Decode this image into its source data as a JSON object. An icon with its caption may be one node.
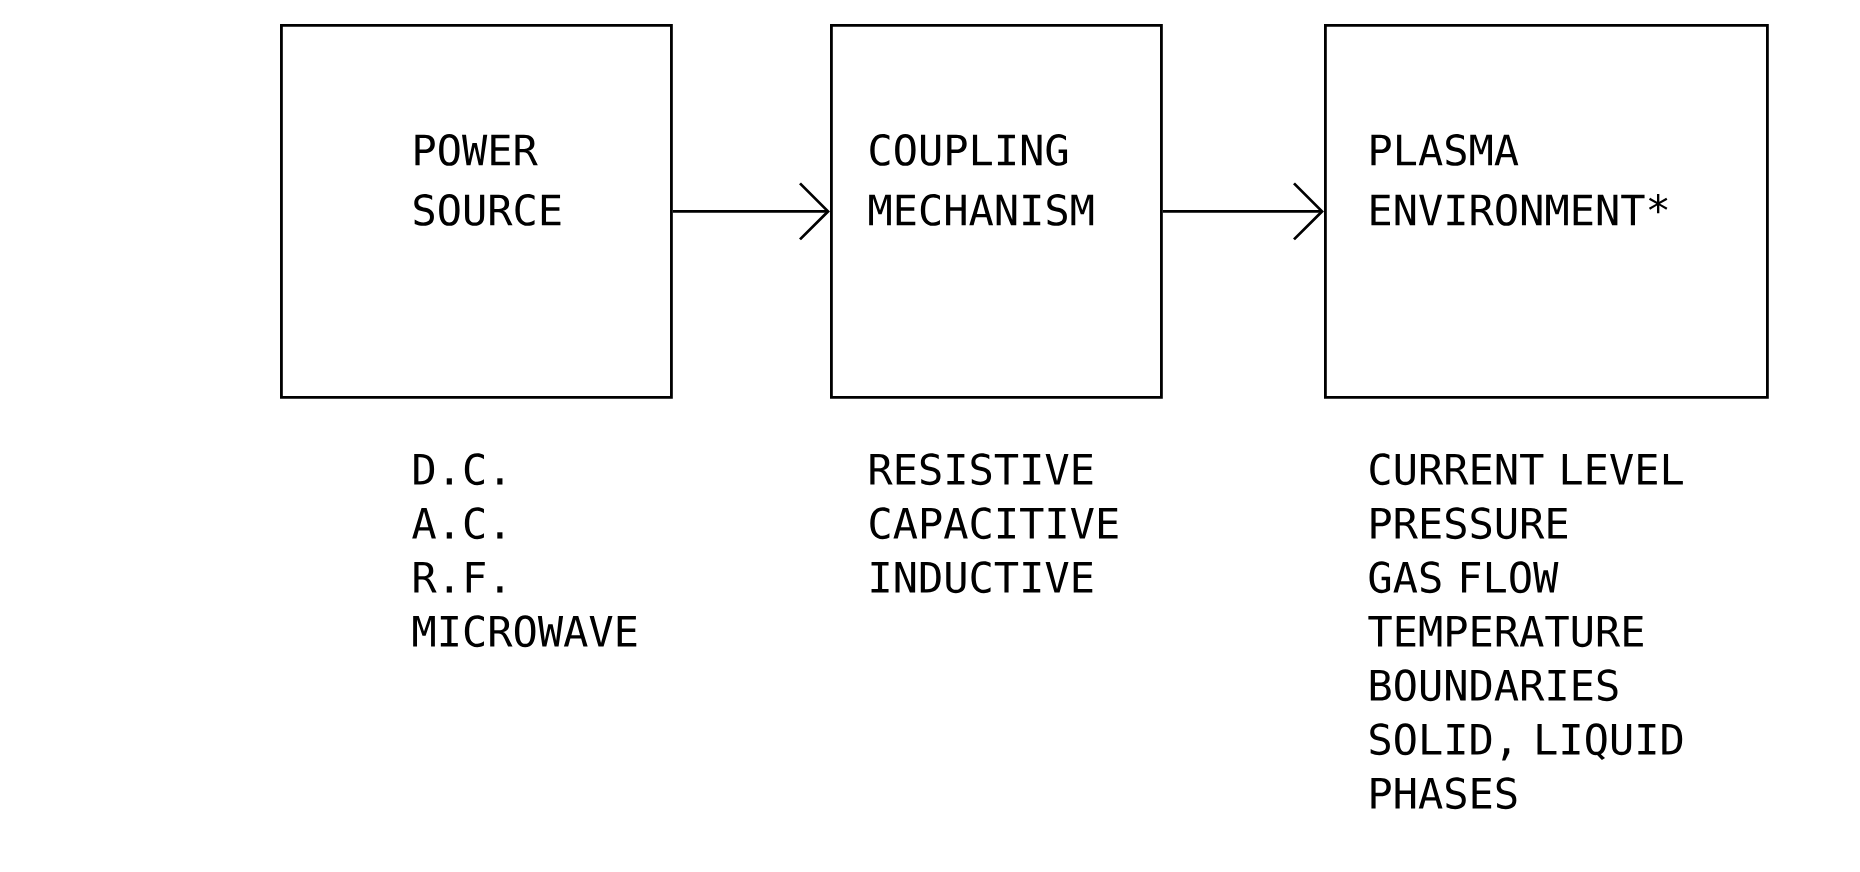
{
  "diagram": {
    "nodes": [
      {
        "text": [
          "POWER SOURCE"
        ],
        "beside": [
          "D.C.",
          "A.C.",
          "R.F.",
          "MICROWAVE"
        ]
      },
      {
        "text": [
          "COUPLING MECHANISM"
        ],
        "beside": [
          "RESISTIVE",
          "CAPACITIVE",
          "INDUCTIVE"
        ]
      },
      {
        "text": [
          "PLASMA ENVIRONMENT*"
        ],
        "beside": [
          "CURRENT LEVEL",
          "PRESSURE",
          "GAS FLOW",
          "TEMPERATURE",
          "BOUNDARIES",
          "SOLID, LIQUID PHASES"
        ]
      }
    ],
    "edges": [
      {
        "from": 0,
        "to": 1,
        "arrow": "to"
      },
      {
        "from": 1,
        "to": 2,
        "arrow": "to"
      }
    ]
  }
}
